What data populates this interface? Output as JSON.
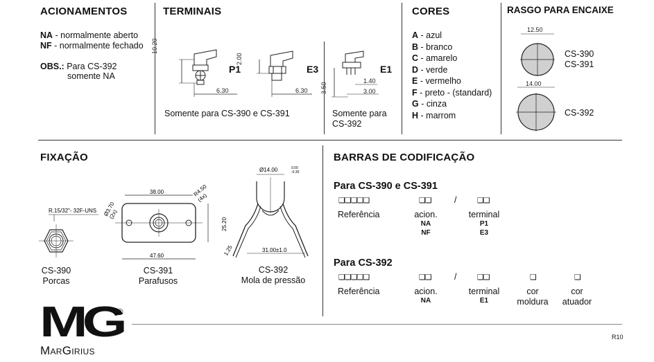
{
  "acionamentos": {
    "title": "ACIONAMENTOS",
    "na_code": "NA",
    "na_text": "normalmente aberto",
    "nf_code": "NF",
    "nf_text": "normalmente fechado",
    "obs_label": "OBS.:",
    "obs_line1": "Para CS-392",
    "obs_line2": "somente NA"
  },
  "terminais": {
    "title": "TERMINAIS",
    "p1_label": "P1",
    "e3_label": "E3",
    "e1_label": "E1",
    "dim_10_20": "10.20",
    "dim_2_00": "2.00",
    "dim_6_30_a": "6.30",
    "dim_6_30_b": "6.30",
    "dim_3_50": "3.50",
    "dim_1_40": "1.40",
    "dim_3_00": "3.00",
    "note_left": "Somente para CS-390 e CS-391",
    "note_right_1": "Somente para",
    "note_right_2": "CS-392"
  },
  "cores": {
    "title": "CORES",
    "items": [
      {
        "code": "A",
        "text": "- azul"
      },
      {
        "code": "B",
        "text": "- branco"
      },
      {
        "code": "C",
        "text": "- amarelo"
      },
      {
        "code": "D",
        "text": "- verde"
      },
      {
        "code": "E",
        "text": "- vermelho"
      },
      {
        "code": "F",
        "text": "- preto - (standard)"
      },
      {
        "code": "G",
        "text": "- cinza"
      },
      {
        "code": "H",
        "text": "- marrom"
      }
    ]
  },
  "rasgo": {
    "title": "RASGO PARA ENCAIXE",
    "dim_top": "12.50",
    "label_top_1": "CS-390",
    "label_top_2": "CS-391",
    "dim_bottom": "14.00",
    "label_bottom": "CS-392"
  },
  "fixacao": {
    "title": "FIXAÇÃO",
    "thread": "R.15/32\"- 32F-UNS",
    "cs390_name": "CS-390",
    "cs390_desc": "Porcas",
    "dim_38": "38.00",
    "dim_r450": "R4.50",
    "dim_4x": "(4x)",
    "dim_d370": "Ø3.70",
    "dim_2x": "(2x)",
    "dim_25_20": "25.20",
    "dim_47_60": "47.60",
    "cs391_name": "CS-391",
    "cs391_desc": "Parafusos",
    "dim_d14": "Ø14.00",
    "dim_d14_tol_up": "0.00",
    "dim_d14_tol_dn": "-0.30",
    "dim_1_25": "1.25",
    "dim_31": "31.00±1.0",
    "cs392_name": "CS-392",
    "cs392_desc": "Mola de pressão"
  },
  "barras": {
    "title": "BARRAS  DE  CODIFICAÇÃO",
    "sub1": "Para CS-390 e CS-391",
    "sub2": "Para CS-392",
    "boxes5": "❑❑❑❑❑",
    "boxes2": "❑❑",
    "box1": "❑",
    "slash": "/",
    "ref": "Referência",
    "acion": "acion.",
    "terminal": "terminal",
    "na": "NA",
    "nf": "NF",
    "p1": "P1",
    "e3": "E3",
    "e1": "E1",
    "cor": "cor",
    "moldura": "moldura",
    "atuador": "atuador"
  },
  "footer": {
    "logo_mark": "MG",
    "logo_reg": "®",
    "logo_name": "MarGirius",
    "page_code": "R10"
  }
}
